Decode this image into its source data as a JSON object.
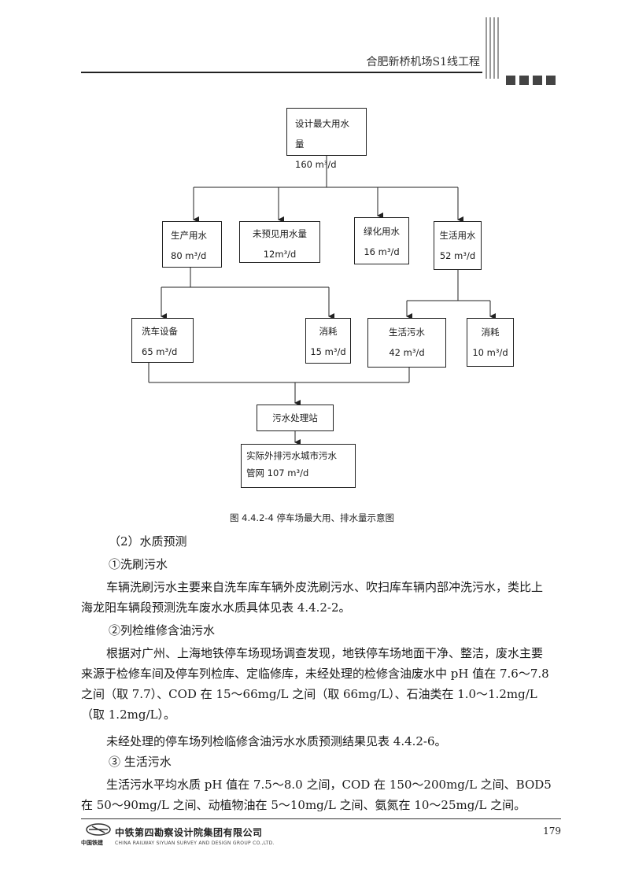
{
  "header": {
    "title": "合肥新桥机场S1线工程"
  },
  "flowchart": {
    "top": {
      "label": "设计最大用水量",
      "value": "160 m³/d"
    },
    "production": {
      "label": "生产用水",
      "value": "80 m³/d"
    },
    "unforeseen": {
      "label": "未预见用水量",
      "value": "12m³/d"
    },
    "greening": {
      "label": "绿化用水",
      "value": "16 m³/d"
    },
    "domestic": {
      "label": "生活用水",
      "value": "52 m³/d"
    },
    "carwash": {
      "label": "洗车设备",
      "value": "65 m³/d"
    },
    "consume1": {
      "label": "消耗",
      "value": "15 m³/d"
    },
    "domestic_sewage": {
      "label": "生活污水",
      "value": "42 m³/d"
    },
    "consume2": {
      "label": "消耗",
      "value": "10 m³/d"
    },
    "treatment": {
      "label": "污水处理站"
    },
    "discharge": {
      "line1": "实际外排污水城市污水",
      "line2": "管网 107 m³/d"
    }
  },
  "figure_caption": "图 4.4.2-4    停车场最大用、排水量示意图",
  "body": {
    "section": "（2）水质预测",
    "item1_title": "①洗刷污水",
    "item1_text": "车辆洗刷污水主要来自洗车库车辆外皮洗刷污水、吹扫库车辆内部冲洗污水，类比上海龙阳车辆段预测洗车废水水质具体见表 4.4.2-2。",
    "item2_title": "②列检维修含油污水",
    "item2_text": "根据对广州、上海地铁停车场现场调查发现，地铁停车场地面干净、整洁，废水主要来源于检修车间及停车列检库、定临修库，未经处理的检修含油废水中 pH 值在 7.6～7.8 之间（取 7.7）、COD 在 15～66mg/L 之间（取 66mg/L）、石油类在 1.0～1.2mg/L（取 1.2mg/L）。",
    "item2_text2": "未经处理的停车场列检临修含油污水水质预测结果见表 4.4.2-6。",
    "item3_title": "③ 生活污水",
    "item3_text": "生活污水平均水质 pH 值在 7.5～8.0 之间，COD 在 150～200mg/L 之间、BOD5 在 50～90mg/L 之间、动植物油在 5～10mg/L 之间、氨氮在 10～25mg/L 之间。"
  },
  "footer": {
    "company_cn": "中铁第四勘察设计院集团有限公司",
    "company_en": "CHINA RAILWAY SIYUAN SURVEY AND DESIGN GROUP CO.,LTD.",
    "brand": "中国铁建",
    "page_number": "179"
  }
}
